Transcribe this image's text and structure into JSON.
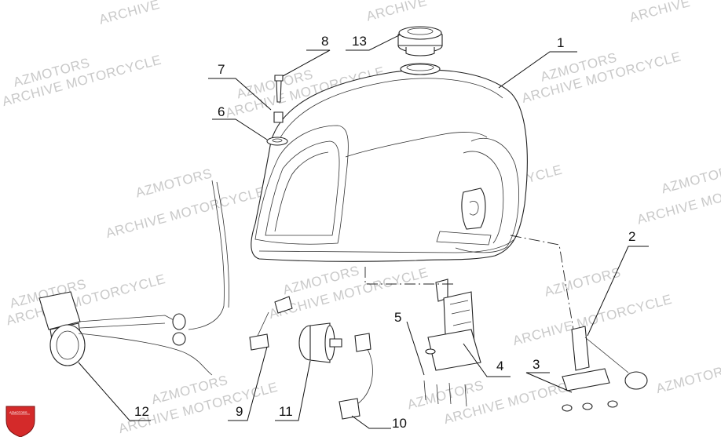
{
  "watermark": {
    "brand": "AZMOTORS",
    "archive": "ARCHIVE MOTORCYCLE",
    "archive_short": "ARCHIVE"
  },
  "callouts": [
    "1",
    "2",
    "3",
    "4",
    "5",
    "6",
    "7",
    "8",
    "9",
    "10",
    "11",
    "12",
    "13"
  ],
  "logo": {
    "text": "AZMOTORS",
    "color": "#d42a2a"
  }
}
